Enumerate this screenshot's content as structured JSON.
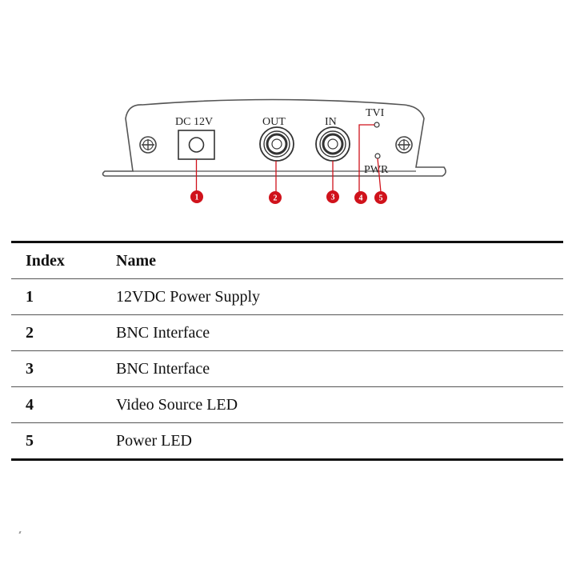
{
  "diagram": {
    "port_labels": {
      "dc": "DC 12V",
      "out": "OUT",
      "in": "IN",
      "tvi": "TVI",
      "pwr": "PWR"
    },
    "markers": [
      "1",
      "2",
      "3",
      "4",
      "5"
    ],
    "colors": {
      "marker": "#d0121b",
      "outline": "#555555"
    }
  },
  "table": {
    "headers": {
      "index": "Index",
      "name": "Name"
    },
    "rows": [
      {
        "index": "1",
        "name": "12VDC Power Supply"
      },
      {
        "index": "2",
        "name": "BNC Interface"
      },
      {
        "index": "3",
        "name": "BNC Interface"
      },
      {
        "index": "4",
        "name": "Video Source LED"
      },
      {
        "index": "5",
        "name": "Power LED"
      }
    ]
  }
}
